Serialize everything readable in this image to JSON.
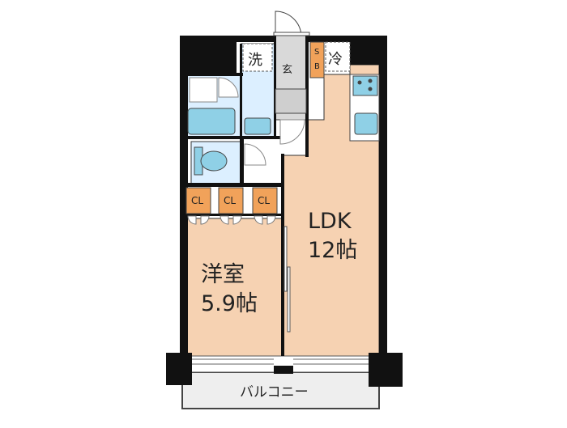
{
  "floorplan": {
    "rooms": {
      "ldk": {
        "name": "LDK",
        "size": "12帖"
      },
      "western": {
        "name": "洋室",
        "size": "5.9帖"
      },
      "entrance": {
        "name": "玄"
      },
      "balcony": {
        "name": "バルコニー"
      }
    },
    "fixtures": {
      "washer": "洗",
      "fridge": "冷",
      "shoe_box": [
        "S",
        "B"
      ],
      "closets": [
        "CL",
        "CL",
        "CL"
      ]
    },
    "colors": {
      "wall": "#111111",
      "room_fill": "#f6d2b2",
      "wet_area_fill": "#dcefff",
      "entrance_fill": "#d9d9d9",
      "closet_fill": "#f1a25a",
      "balcony_fill": "#eeeeee",
      "fixture_blue": "#8fd0e6"
    }
  }
}
